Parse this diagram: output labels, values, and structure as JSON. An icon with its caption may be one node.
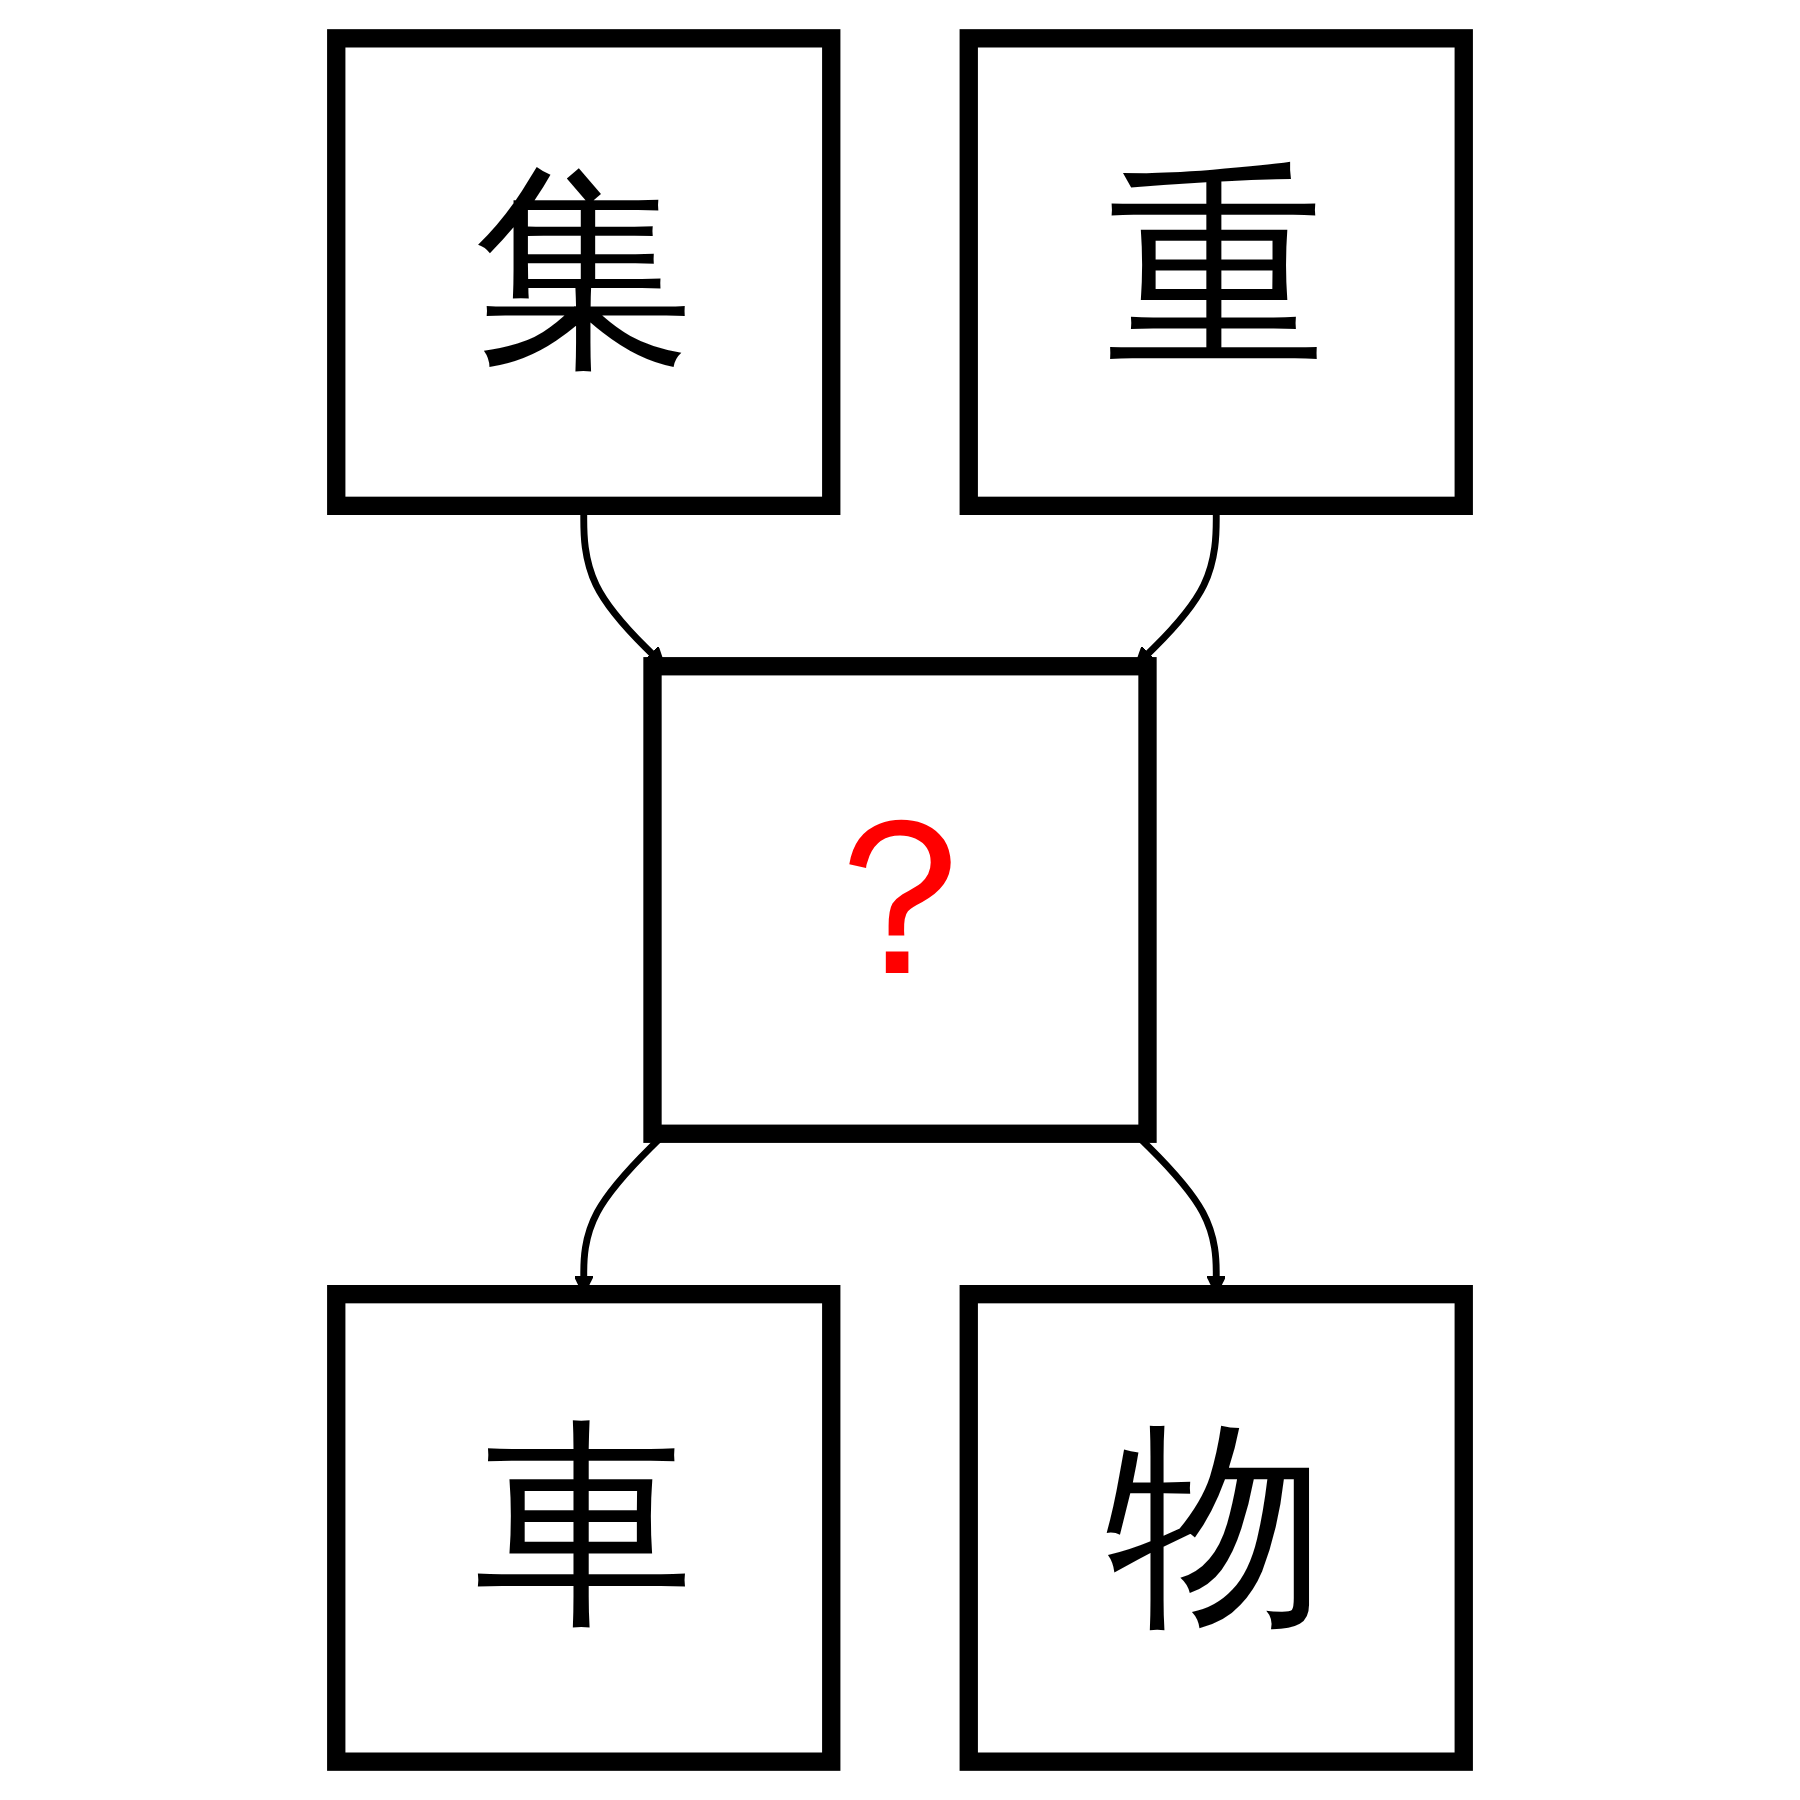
{
  "diagram": {
    "nodes": [
      {
        "text": [
          "集"
        ]
      },
      {
        "text": [
          "重"
        ]
      },
      {
        "text": [
          "？"
        ]
      },
      {
        "text": [
          "車"
        ]
      },
      {
        "text": [
          "物"
        ]
      }
    ],
    "edges": [
      {
        "from": 0,
        "to": 2,
        "arrow": "to"
      },
      {
        "from": 1,
        "to": 2,
        "arrow": "to"
      },
      {
        "from": 2,
        "to": 3,
        "arrow": "to"
      },
      {
        "from": 2,
        "to": 4,
        "arrow": "to"
      }
    ]
  }
}
